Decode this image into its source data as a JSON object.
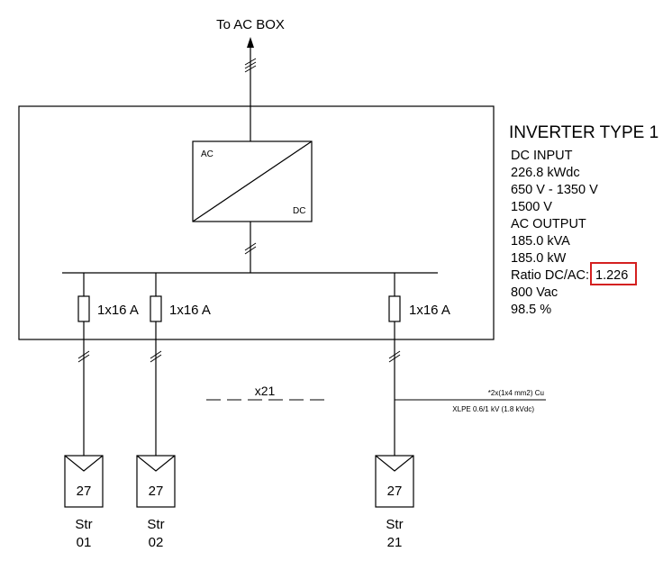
{
  "top_label": "To AC BOX",
  "converter": {
    "ac_label": "AC",
    "dc_label": "DC"
  },
  "fuses": [
    {
      "label": "1x16 A"
    },
    {
      "label": "1x16 A"
    },
    {
      "label": "1x16 A"
    }
  ],
  "repeat_label": "x21",
  "cable": {
    "line1": "*2x(1x4 mm2) Cu",
    "line2": "XLPE 0.6/1 kV (1.8 kVdc)"
  },
  "strings": [
    {
      "panels": "27",
      "name_line1": "Str",
      "name_line2": "01"
    },
    {
      "panels": "27",
      "name_line1": "Str",
      "name_line2": "02"
    },
    {
      "panels": "27",
      "name_line1": "Str",
      "name_line2": "21"
    }
  ],
  "inverter": {
    "title": "INVERTER TYPE 1",
    "specs": [
      "DC INPUT",
      "226.8 kWdc",
      "650 V - 1350 V",
      "1500 V",
      "AC OUTPUT",
      "185.0 kVA",
      "185.0 kW"
    ],
    "ratio_label": "Ratio DC/AC:",
    "ratio_value": "1.226",
    "specs_after": [
      "800 Vac",
      "98.5 %"
    ]
  },
  "colors": {
    "line": "#000000",
    "highlight": "#d42020"
  }
}
